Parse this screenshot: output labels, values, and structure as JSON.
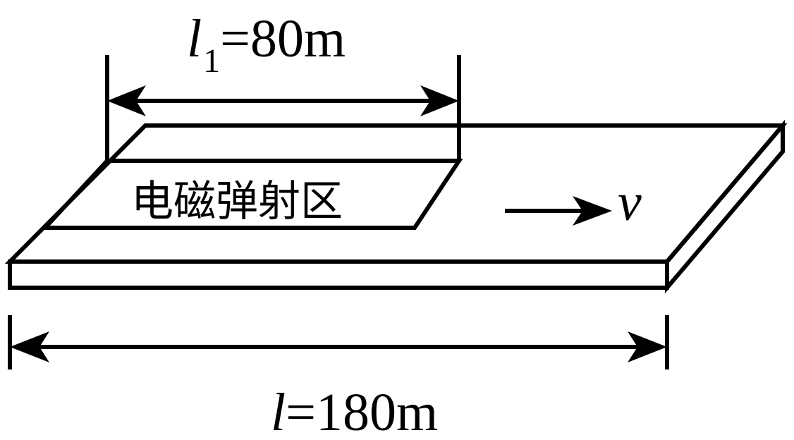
{
  "labels": {
    "top_var": "l",
    "top_sub": "1",
    "top_value": "=80m",
    "zone_text": "电磁弹射区",
    "velocity_var": "v",
    "bottom_var": "l",
    "bottom_value": "=180m"
  }
}
